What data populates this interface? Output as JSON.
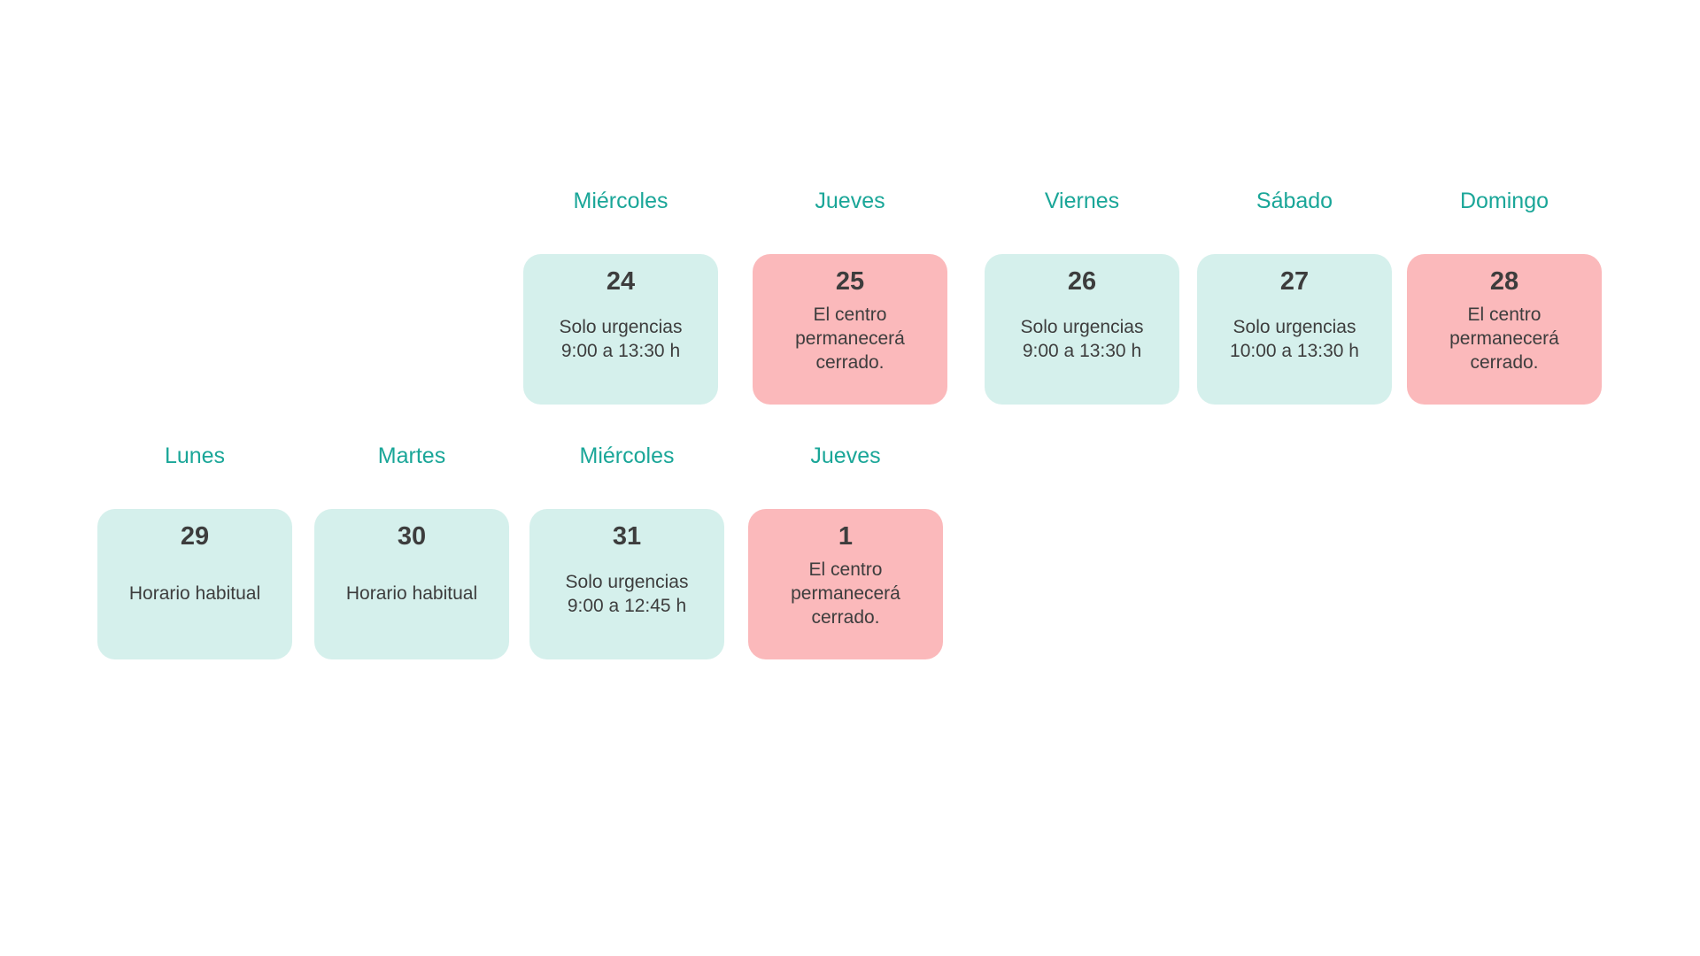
{
  "colors": {
    "page_bg": "#ffffff",
    "weekday_text": "#1aa698",
    "open_card_bg": "#d5f0ec",
    "closed_card_bg": "#fbb9bb",
    "card_text": "#3d3d3d"
  },
  "calendar": {
    "rows": [
      {
        "days": [
          {
            "weekday": "Miércoles",
            "date": "24",
            "status": "open",
            "text": "Solo urgencias\n9:00 a 13:30 h"
          },
          {
            "weekday": "Jueves",
            "date": "25",
            "status": "closed",
            "text": "El centro\npermanecerá\ncerrado."
          },
          {
            "weekday": "Viernes",
            "date": "26",
            "status": "open",
            "text": "Solo urgencias\n9:00 a 13:30 h"
          },
          {
            "weekday": "Sábado",
            "date": "27",
            "status": "open",
            "text": "Solo urgencias\n10:00 a 13:30 h"
          },
          {
            "weekday": "Domingo",
            "date": "28",
            "status": "closed",
            "text": "El centro\npermanecerá\ncerrado."
          }
        ]
      },
      {
        "days": [
          {
            "weekday": "Lunes",
            "date": "29",
            "status": "open",
            "text": "Horario habitual"
          },
          {
            "weekday": "Martes",
            "date": "30",
            "status": "open",
            "text": "Horario habitual"
          },
          {
            "weekday": "Miércoles",
            "date": "31",
            "status": "open",
            "text": "Solo urgencias\n9:00 a 12:45 h"
          },
          {
            "weekday": "Jueves",
            "date": "1",
            "status": "closed",
            "text": "El centro\npermanecerá\ncerrado."
          }
        ]
      }
    ]
  }
}
